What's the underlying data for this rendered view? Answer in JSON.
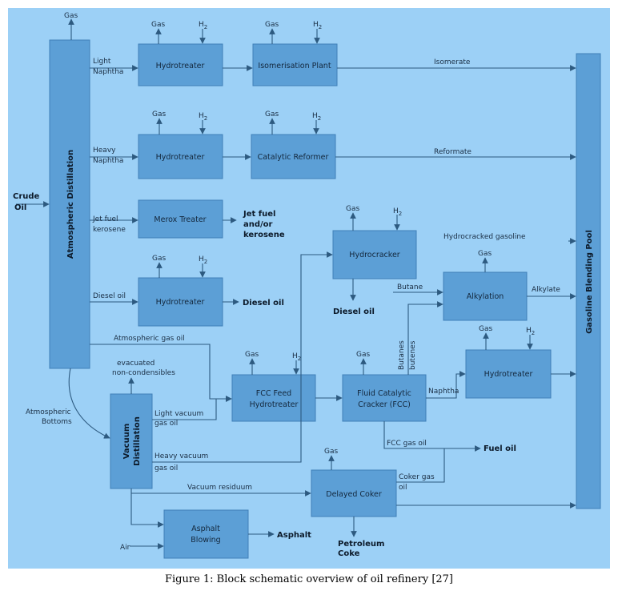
{
  "caption": "Figure 1: Block schematic overview of oil refinery [27]",
  "colors": {
    "background": "#9cd0f6",
    "box": "#5c9fd6",
    "line": "#2d5a80"
  },
  "units": {
    "atm": "Atmospheric Distillation",
    "pool": "Gasoline Blending Pool",
    "vacuum_1": "Vacuum",
    "vacuum_2": "Distillation",
    "ht1": "Hydrotreater",
    "iso": "Isomerisation Plant",
    "ht2": "Hydrotreater",
    "cat_ref": "Catalytic Reformer",
    "merox": "Merox Treater",
    "ht3": "Hydrotreater",
    "hydrocracker": "Hydrocracker",
    "alkylation": "Alkylation",
    "fcc_feed_1": "FCC Feed",
    "fcc_feed_2": "Hydrotreater",
    "fcc_1": "Fluid Catalytic",
    "fcc_2": "Cracker (FCC)",
    "ht4": "Hydrotreater",
    "coker": "Delayed Coker",
    "asphalt_1": "Asphalt",
    "asphalt_2": "Blowing"
  },
  "labels": {
    "gas": "Gas",
    "h2": "H",
    "h2_sub": "2",
    "crude_1": "Crude",
    "crude_2": "Oil",
    "light_naphtha_1": "Light",
    "light_naphtha_2": "Naphtha",
    "heavy_naphtha_1": "Heavy",
    "heavy_naphtha_2": "Naphtha",
    "jet_fuel_in_1": "Jet fuel",
    "jet_fuel_in_2": "kerosene",
    "diesel_in": "Diesel oil",
    "atm_gas_oil": "Atmospheric gas oil",
    "atm_bottoms_1": "Atmospheric",
    "atm_bottoms_2": "Bottoms",
    "isomerate": "Isomerate",
    "reformate": "Reformate",
    "jet_out_1": "Jet fuel",
    "jet_out_2": "and/or",
    "jet_out_3": "kerosene",
    "diesel_out": "Diesel oil",
    "hc_diesel": "Diesel oil",
    "hc_gasoline": "Hydrocracked gasoline",
    "butane": "Butane",
    "alkylate": "Alkylate",
    "butanes_1": "Butanes",
    "butanes_2": "butenes",
    "naphtha": "Naphtha",
    "evacuated_1": "evacuated",
    "evacuated_2": "non-condensibles",
    "lvgo_1": "Light vacuum",
    "lvgo_2": "gas oil",
    "hvgo_1": "Heavy vacuum",
    "hvgo_2": "gas oil",
    "fcc_gas_oil": "FCC gas oil",
    "fuel_oil": "Fuel oil",
    "coker_gas_oil_1": "Coker gas",
    "coker_gas_oil_2": "oil",
    "vacuum_residuum": "Vacuum residuum",
    "petroleum_coke_1": "Petroleum",
    "petroleum_coke_2": "Coke",
    "asphalt": "Asphalt",
    "air": "Air"
  }
}
